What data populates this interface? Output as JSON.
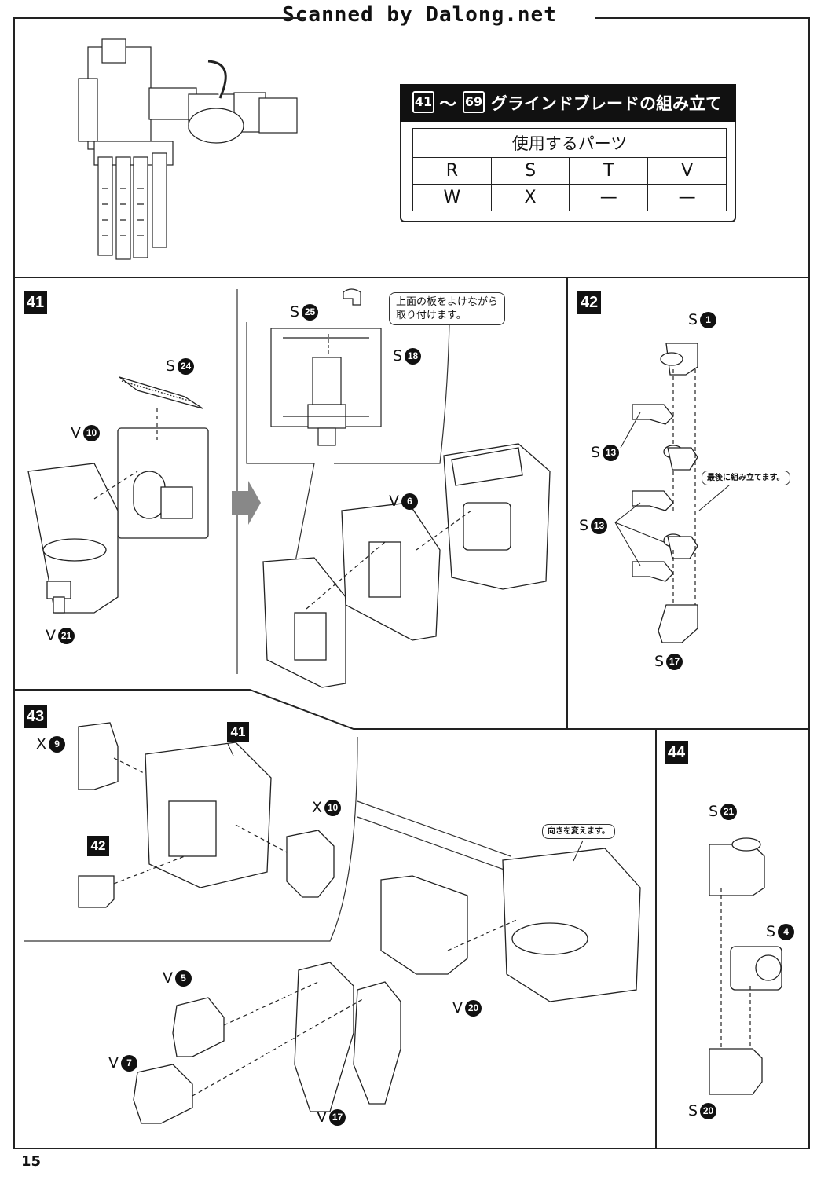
{
  "watermark": "Scanned by Dalong.net",
  "page_number": "15",
  "title": {
    "from_step": "41",
    "tilde": "～",
    "to_step": "69",
    "text": "グラインドブレードの組み立て"
  },
  "parts_table": {
    "header": "使用するパーツ",
    "rows": [
      [
        "R",
        "S",
        "T",
        "V"
      ],
      [
        "W",
        "X",
        "—",
        "—"
      ]
    ]
  },
  "steps": {
    "s41": {
      "number": "41",
      "labels": [
        {
          "letter": "S",
          "num": "24"
        },
        {
          "letter": "V",
          "num": "10"
        },
        {
          "letter": "V",
          "num": "21"
        },
        {
          "letter": "S",
          "num": "25"
        },
        {
          "letter": "S",
          "num": "18"
        },
        {
          "letter": "V",
          "num": "6"
        }
      ],
      "note": "上面の板をよけながら\n取り付けます。"
    },
    "s42": {
      "number": "42",
      "labels": [
        {
          "letter": "S",
          "num": "1"
        },
        {
          "letter": "S",
          "num": "13"
        },
        {
          "letter": "S",
          "num": "13"
        },
        {
          "letter": "S",
          "num": "17"
        }
      ],
      "note": "最後に組み立てます。"
    },
    "s43": {
      "number": "43",
      "ref_41": "41",
      "ref_42": "42",
      "labels": [
        {
          "letter": "X",
          "num": "9"
        },
        {
          "letter": "X",
          "num": "10"
        },
        {
          "letter": "V",
          "num": "5"
        },
        {
          "letter": "V",
          "num": "7"
        },
        {
          "letter": "V",
          "num": "17"
        },
        {
          "letter": "V",
          "num": "20"
        }
      ],
      "note": "向きを変えます。"
    },
    "s44": {
      "number": "44",
      "labels": [
        {
          "letter": "S",
          "num": "21"
        },
        {
          "letter": "S",
          "num": "4"
        },
        {
          "letter": "S",
          "num": "20"
        }
      ]
    }
  }
}
